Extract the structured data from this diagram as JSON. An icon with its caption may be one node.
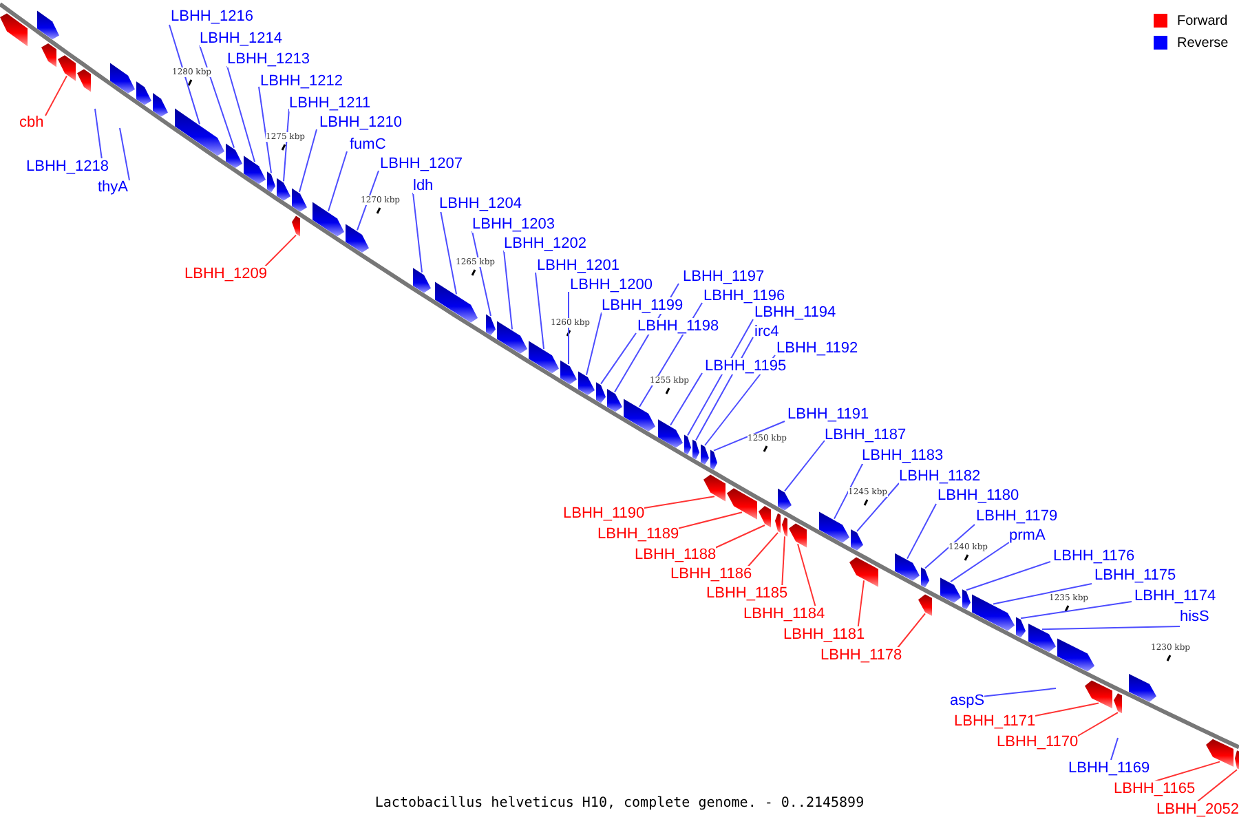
{
  "diagram": {
    "caption": "Lactobacillus helveticus H10, complete genome. - 0..2145899",
    "nodes": [
      {
        "text": [
          "LBHH_1216"
        ]
      },
      {
        "text": [
          "LBHH_1214"
        ]
      },
      {
        "text": [
          "LBHH_1213"
        ]
      },
      {
        "text": [
          "LBHH_1212"
        ]
      },
      {
        "text": [
          "LBHH_1211"
        ]
      },
      {
        "text": [
          "LBHH_1210"
        ]
      },
      {
        "text": [
          "fumC"
        ]
      },
      {
        "text": [
          "LBHH_1207"
        ]
      },
      {
        "text": [
          "ldh"
        ]
      },
      {
        "text": [
          "LBHH_1204"
        ]
      },
      {
        "text": [
          "LBHH_1203"
        ]
      },
      {
        "text": [
          "LBHH_1202"
        ]
      },
      {
        "text": [
          "LBHH_1201"
        ]
      },
      {
        "text": [
          "LBHH_1200"
        ]
      },
      {
        "text": [
          "LBHH_1199"
        ]
      },
      {
        "text": [
          "LBHH_1198"
        ]
      },
      {
        "text": [
          "LBHH_1197"
        ]
      },
      {
        "text": [
          "LBHH_1196"
        ]
      },
      {
        "text": [
          "LBHH_1194"
        ]
      },
      {
        "text": [
          "irc4"
        ]
      },
      {
        "text": [
          "LBHH_1192"
        ]
      },
      {
        "text": [
          "LBHH_1195"
        ]
      },
      {
        "text": [
          "LBHH_1191"
        ]
      },
      {
        "text": [
          "LBHH_1187"
        ]
      },
      {
        "text": [
          "LBHH_1183"
        ]
      },
      {
        "text": [
          "LBHH_1182"
        ]
      },
      {
        "text": [
          "LBHH_1180"
        ]
      },
      {
        "text": [
          "LBHH_1179"
        ]
      },
      {
        "text": [
          "prmA"
        ]
      },
      {
        "text": [
          "LBHH_1176"
        ]
      },
      {
        "text": [
          "LBHH_1175"
        ]
      },
      {
        "text": [
          "LBHH_1174"
        ]
      },
      {
        "text": [
          "hisS"
        ]
      },
      {
        "text": [
          "LBHH_1218"
        ]
      },
      {
        "text": [
          "thyA"
        ]
      },
      {
        "text": [
          "aspS"
        ]
      },
      {
        "text": [
          "LBHH_1169"
        ]
      },
      {
        "text": [
          "cbh"
        ]
      },
      {
        "text": [
          "LBHH_1209"
        ]
      },
      {
        "text": [
          "LBHH_1190"
        ]
      },
      {
        "text": [
          "LBHH_1189"
        ]
      },
      {
        "text": [
          "LBHH_1188"
        ]
      },
      {
        "text": [
          "LBHH_1186"
        ]
      },
      {
        "text": [
          "LBHH_1185"
        ]
      },
      {
        "text": [
          "LBHH_1184"
        ]
      },
      {
        "text": [
          "LBHH_1181"
        ]
      },
      {
        "text": [
          "LBHH_1178"
        ]
      },
      {
        "text": [
          "LBHH_1171"
        ]
      },
      {
        "text": [
          "LBHH_1170"
        ]
      },
      {
        "text": [
          "LBHH_1165"
        ]
      },
      {
        "text": [
          "LBHH_2052"
        ]
      },
      {
        "text": [],
        "shape": "bar"
      },
      {
        "text": [],
        "shape": "bar"
      },
      {
        "text": [],
        "shape": "bar"
      },
      {
        "text": [],
        "shape": "bar"
      },
      {
        "text": [],
        "shape": "bar"
      },
      {
        "text": [],
        "shape": "bar"
      },
      {
        "text": [],
        "shape": "bar"
      },
      {
        "text": [],
        "shape": "bar"
      },
      {
        "text": [],
        "shape": "bar"
      },
      {
        "text": [],
        "shape": "bar"
      },
      {
        "text": [],
        "shape": "bar"
      },
      {
        "text": [],
        "shape": "bar"
      },
      {
        "text": [],
        "shape": "bar"
      },
      {
        "text": [],
        "shape": "bar"
      },
      {
        "text": [],
        "shape": "bar"
      },
      {
        "text": [],
        "shape": "bar"
      },
      {
        "text": [],
        "shape": "bar"
      },
      {
        "text": [],
        "shape": "bar"
      },
      {
        "text": [],
        "shape": "bar"
      },
      {
        "text": [],
        "shape": "bar"
      },
      {
        "text": [],
        "shape": "bar"
      },
      {
        "text": [],
        "shape": "bar"
      },
      {
        "text": [],
        "shape": "bar"
      },
      {
        "text": [],
        "shape": "bar"
      },
      {
        "text": [],
        "shape": "bar"
      },
      {
        "text": [],
        "shape": "bar"
      },
      {
        "text": [],
        "shape": "bar"
      },
      {
        "text": [],
        "shape": "bar"
      },
      {
        "text": [],
        "shape": "bar"
      },
      {
        "text": [],
        "shape": "bar"
      },
      {
        "text": [],
        "shape": "bar"
      },
      {
        "text": [],
        "shape": "bar"
      },
      {
        "text": [],
        "shape": "bar"
      },
      {
        "text": [],
        "shape": "bar"
      },
      {
        "text": [],
        "shape": "bar"
      },
      {
        "text": [],
        "shape": "bar"
      },
      {
        "text": [],
        "shape": "bar"
      },
      {
        "text": [],
        "shape": "bar"
      },
      {
        "text": [],
        "shape": "bar"
      },
      {
        "text": [],
        "shape": "bar"
      },
      {
        "text": [],
        "shape": "bar"
      },
      {
        "text": [],
        "shape": "bar"
      },
      {
        "text": [],
        "shape": "bar"
      },
      {
        "text": [],
        "shape": "bar"
      },
      {
        "text": [],
        "shape": "bar"
      },
      {
        "text": [],
        "shape": "bar"
      },
      {
        "text": [],
        "shape": "bar"
      },
      {
        "text": [],
        "shape": "bar"
      },
      {
        "text": [],
        "shape": "bar"
      },
      {
        "text": [],
        "shape": "bar"
      },
      {
        "text": [],
        "shape": "bar"
      },
      {
        "text": [],
        "shape": "bar"
      },
      {
        "text": [],
        "shape": "bar"
      },
      {
        "text": [],
        "shape": "bar"
      },
      {
        "text": [],
        "shape": "bar"
      },
      {
        "text": [],
        "shape": "bar"
      }
    ],
    "edges": [
      {
        "from": 0,
        "to": 59,
        "arrow": "none"
      },
      {
        "from": 1,
        "to": 60,
        "arrow": "none"
      },
      {
        "from": 2,
        "to": 61,
        "arrow": "none"
      },
      {
        "from": 3,
        "to": 62,
        "arrow": "none"
      },
      {
        "from": 4,
        "to": 63,
        "arrow": "none"
      },
      {
        "from": 5,
        "to": 64,
        "arrow": "none"
      },
      {
        "from": 6,
        "to": 66,
        "arrow": "none"
      },
      {
        "from": 7,
        "to": 67,
        "arrow": "none"
      },
      {
        "from": 8,
        "to": 68,
        "arrow": "none"
      },
      {
        "from": 9,
        "to": 69,
        "arrow": "none"
      },
      {
        "from": 10,
        "to": 70,
        "arrow": "none"
      },
      {
        "from": 11,
        "to": 71,
        "arrow": "none"
      },
      {
        "from": 12,
        "to": 72,
        "arrow": "none"
      },
      {
        "from": 13,
        "to": 73,
        "arrow": "none"
      },
      {
        "from": 14,
        "to": 74,
        "arrow": "none"
      },
      {
        "from": 15,
        "to": 75,
        "arrow": "none"
      },
      {
        "from": 16,
        "to": 76,
        "arrow": "none"
      },
      {
        "from": 17,
        "to": 77,
        "arrow": "none"
      },
      {
        "from": 18,
        "to": 79,
        "arrow": "none"
      },
      {
        "from": 19,
        "to": 80,
        "arrow": "none"
      },
      {
        "from": 20,
        "to": 81,
        "arrow": "none"
      },
      {
        "from": 21,
        "to": 78,
        "arrow": "none"
      },
      {
        "from": 22,
        "to": 82,
        "arrow": "none"
      },
      {
        "from": 23,
        "to": 86,
        "arrow": "none"
      },
      {
        "from": 24,
        "to": 90,
        "arrow": "none"
      },
      {
        "from": 25,
        "to": 91,
        "arrow": "none"
      },
      {
        "from": 26,
        "to": 93,
        "arrow": "none"
      },
      {
        "from": 27,
        "to": 94,
        "arrow": "none"
      },
      {
        "from": 28,
        "to": 96,
        "arrow": "none"
      },
      {
        "from": 29,
        "to": 97,
        "arrow": "none"
      },
      {
        "from": 30,
        "to": 98,
        "arrow": "none"
      },
      {
        "from": 31,
        "to": 99,
        "arrow": "none"
      },
      {
        "from": 32,
        "to": 100,
        "arrow": "none"
      },
      {
        "from": 33,
        "to": null,
        "arrow": "none"
      },
      {
        "from": 34,
        "to": null,
        "arrow": "none"
      },
      {
        "from": 35,
        "to": null,
        "arrow": "none"
      },
      {
        "from": 36,
        "to": null,
        "arrow": "none"
      },
      {
        "from": 37,
        "to": 54,
        "arrow": "none",
        "color": "#ff3333"
      },
      {
        "from": 38,
        "to": 65,
        "arrow": "none",
        "color": "#ff3333"
      },
      {
        "from": 39,
        "to": 83,
        "arrow": "none",
        "color": "#ff3333"
      },
      {
        "from": 40,
        "to": 84,
        "arrow": "none",
        "color": "#ff3333"
      },
      {
        "from": 41,
        "to": 85,
        "arrow": "none",
        "color": "#ff3333"
      },
      {
        "from": 42,
        "to": 87,
        "arrow": "none",
        "color": "#ff3333"
      },
      {
        "from": 43,
        "to": 88,
        "arrow": "none",
        "color": "#ff3333"
      },
      {
        "from": 44,
        "to": 89,
        "arrow": "none",
        "color": "#ff3333"
      },
      {
        "from": 45,
        "to": 92,
        "arrow": "none",
        "color": "#ff3333"
      },
      {
        "from": 46,
        "to": 95,
        "arrow": "none",
        "color": "#ff3333"
      },
      {
        "from": 47,
        "to": 102,
        "arrow": "none",
        "color": "#ff3333"
      },
      {
        "from": 48,
        "to": 103,
        "arrow": "none",
        "color": "#ff3333"
      },
      {
        "from": 49,
        "to": 105,
        "arrow": "none",
        "color": "#ff3333"
      },
      {
        "from": 50,
        "to": 106,
        "arrow": "none",
        "color": "#ff3333"
      }
    ],
    "labels": [
      "1280 kbp",
      "1275 kbp",
      "1270 kbp",
      "1265 kbp",
      "1260 kbp",
      "1255 kbp",
      "1250 kbp",
      "1245 kbp",
      "1240 kbp",
      "1235 kbp",
      "1230 kbp"
    ],
    "legend": [
      {
        "text": "Forward",
        "color": "#ff0000"
      },
      {
        "text": "Reverse",
        "color": "#0000ff"
      }
    ]
  }
}
